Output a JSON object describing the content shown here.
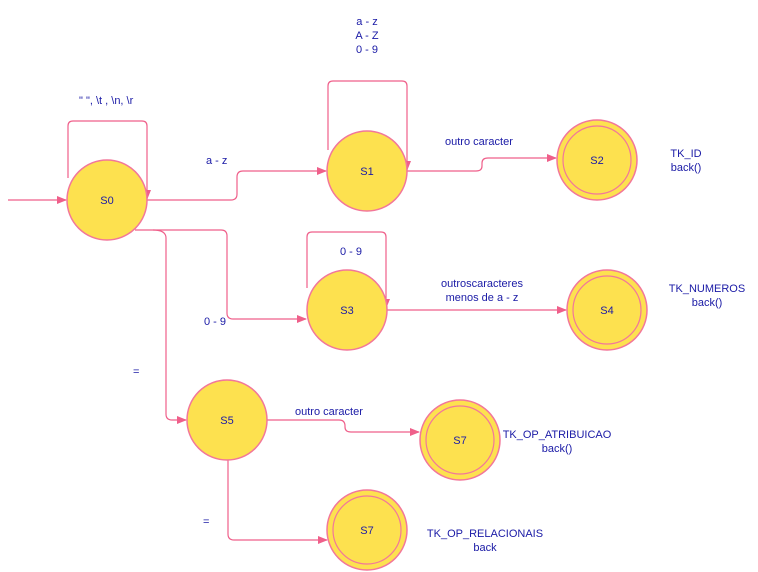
{
  "states": {
    "s0": "S0",
    "s1": "S1",
    "s2": "S2",
    "s3": "S3",
    "s4": "S4",
    "s5": "S5",
    "s7a": "S7",
    "s7b": "S7"
  },
  "edges": {
    "s0_self": "\" \", \\t , \\n, \\r",
    "s0_s1": "a - z",
    "s1_self_line1": "a - z",
    "s1_self_line2": "A - Z",
    "s1_self_line3": "0 - 9",
    "s1_s2": "outro caracter",
    "s0_s3": "0 - 9",
    "s3_self": "0 - 9",
    "s3_s4_line1": "outroscaracteres",
    "s3_s4_line2": "menos de a - z",
    "s0_s5": "=",
    "s5_s7a": "outro caracter",
    "s5_s7b": "="
  },
  "tokens": {
    "s2_line1": "TK_ID",
    "s2_line2": "back()",
    "s4_line1": "TK_NUMEROS",
    "s4_line2": "back()",
    "s7a_line1": "TK_OP_ATRIBUICAO",
    "s7a_line2": "back()",
    "s7b_line1": "TK_OP_RELACIONAIS",
    "s7b_line2": "back"
  },
  "colors": {
    "state_fill": "#fde14f",
    "state_stroke": "#f2779a",
    "edge": "#ef5f8a",
    "text": "#1a1aa6"
  }
}
